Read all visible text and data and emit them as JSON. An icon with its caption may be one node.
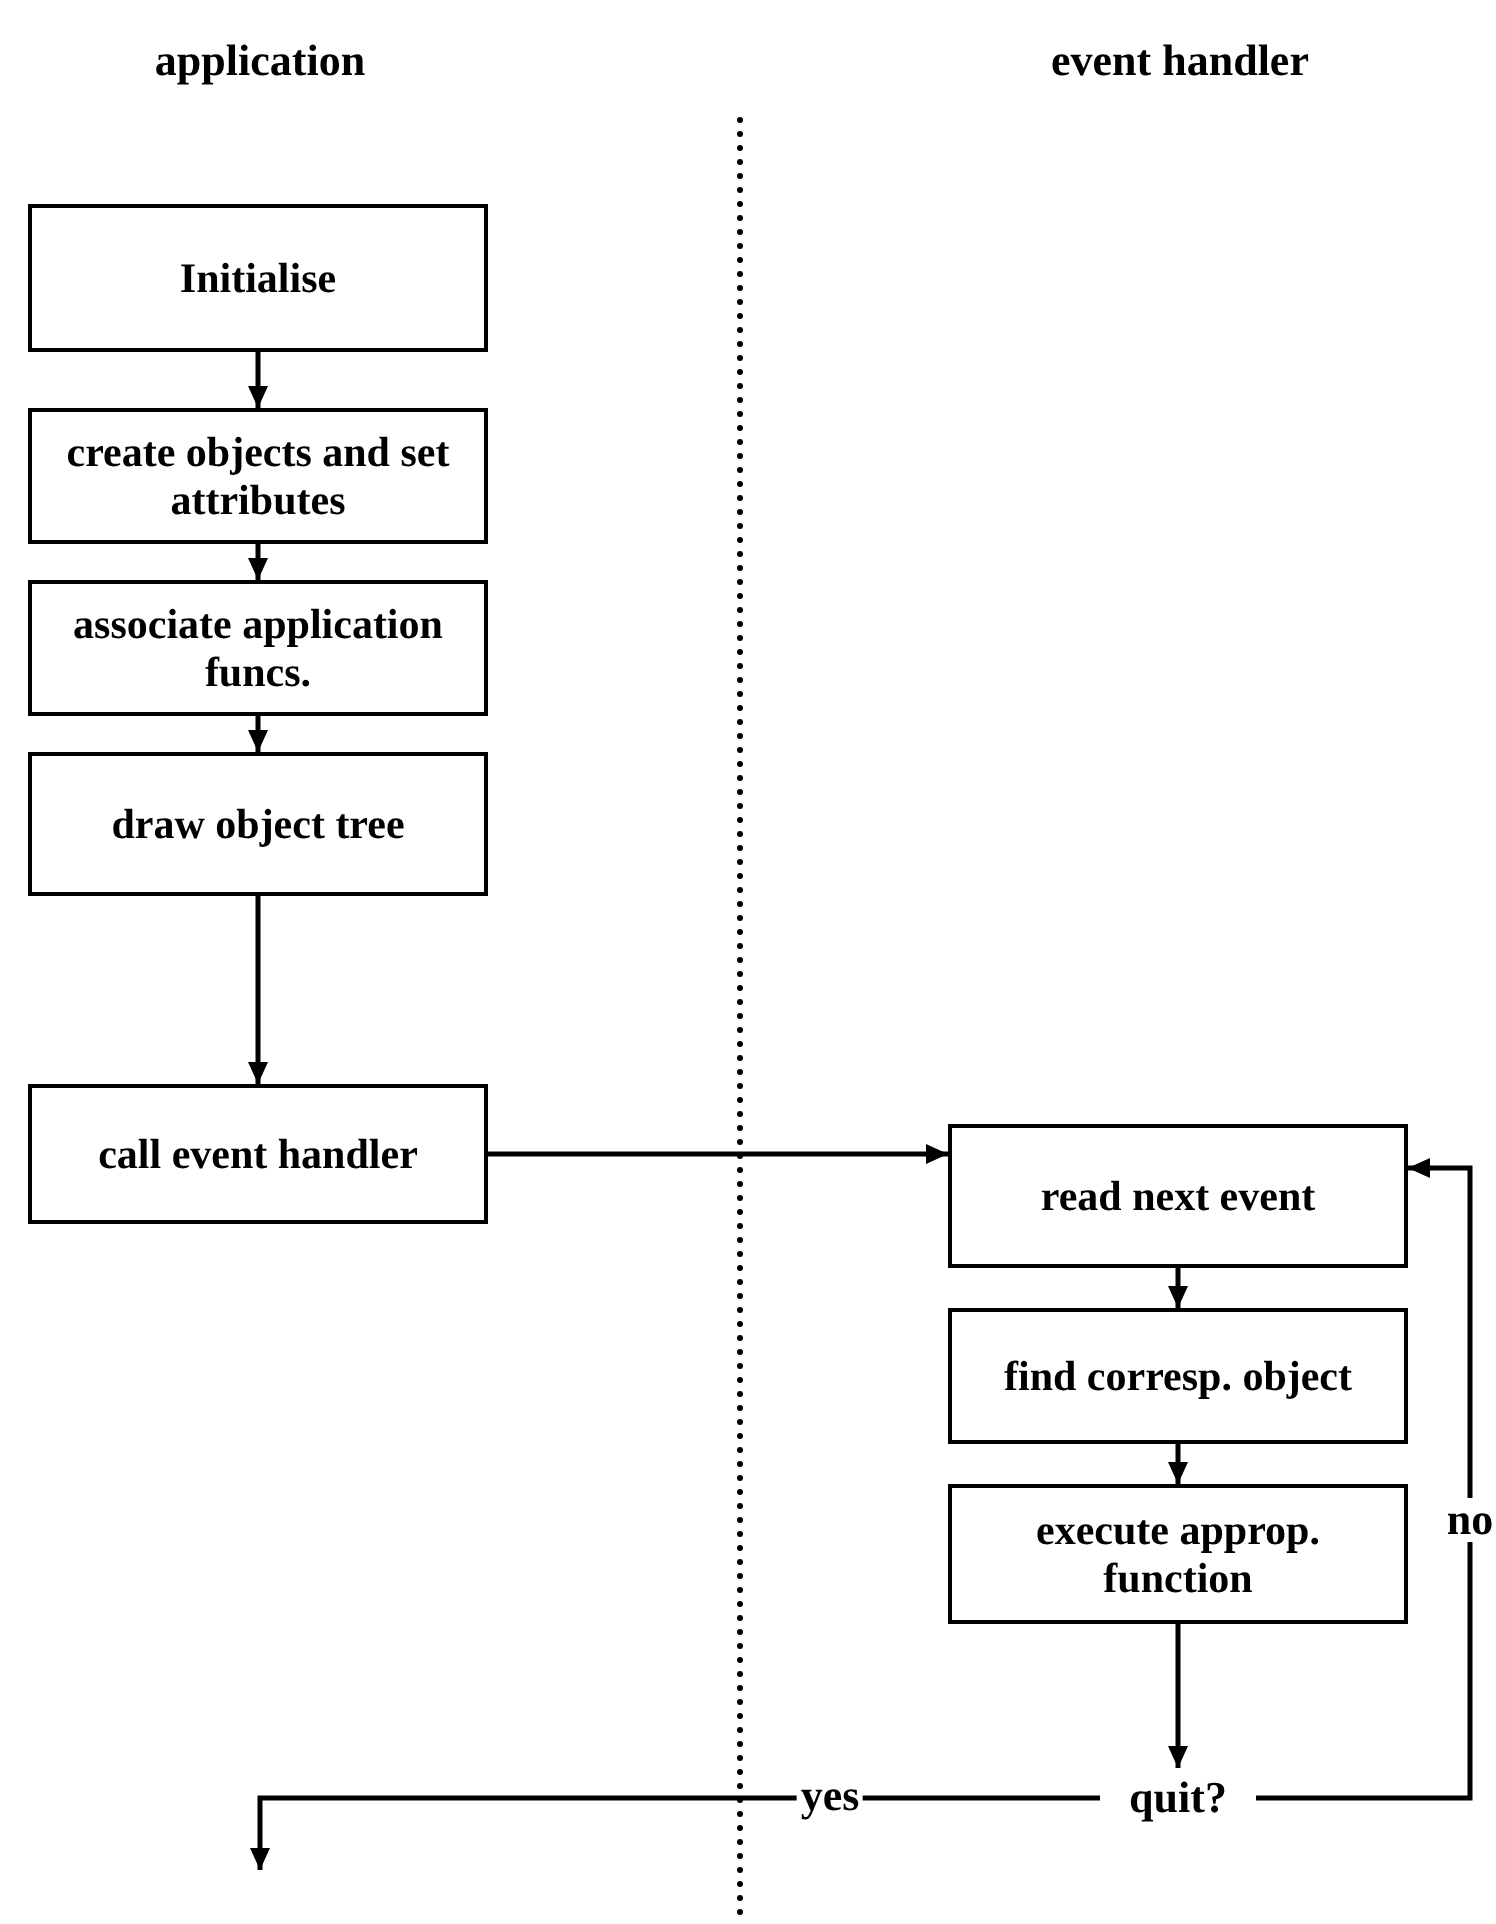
{
  "diagram": {
    "nodes": [
      {
        "text": [
          "Initialise"
        ]
      },
      {
        "text": [
          "create objects and set attributes"
        ]
      },
      {
        "text": [
          "associate application funcs."
        ]
      },
      {
        "text": [
          "draw object tree"
        ]
      },
      {
        "text": [
          "call event handler"
        ]
      },
      {
        "text": [
          "read next event"
        ]
      },
      {
        "text": [
          "find corresp. object"
        ]
      },
      {
        "text": [
          "execute approp. function"
        ]
      },
      {
        "text": [
          "quit?"
        ]
      }
    ],
    "edges": [
      {
        "from": 0,
        "to": 1,
        "arrow": "to"
      },
      {
        "from": 1,
        "to": 2,
        "arrow": "to"
      },
      {
        "from": 2,
        "to": 3,
        "arrow": "to"
      },
      {
        "from": 3,
        "to": 4,
        "arrow": "to"
      },
      {
        "from": 4,
        "to": 5,
        "arrow": "to"
      },
      {
        "from": 5,
        "to": 6,
        "arrow": "to"
      },
      {
        "from": 6,
        "to": 7,
        "arrow": "to"
      },
      {
        "from": 7,
        "to": 8,
        "arrow": "to"
      },
      {
        "from": 8,
        "to": 5,
        "arrow": "to",
        "label": "no"
      },
      {
        "from": 8,
        "to": null,
        "arrow": "to",
        "label": "yes"
      }
    ],
    "labels": [
      "application",
      "event handler"
    ]
  }
}
